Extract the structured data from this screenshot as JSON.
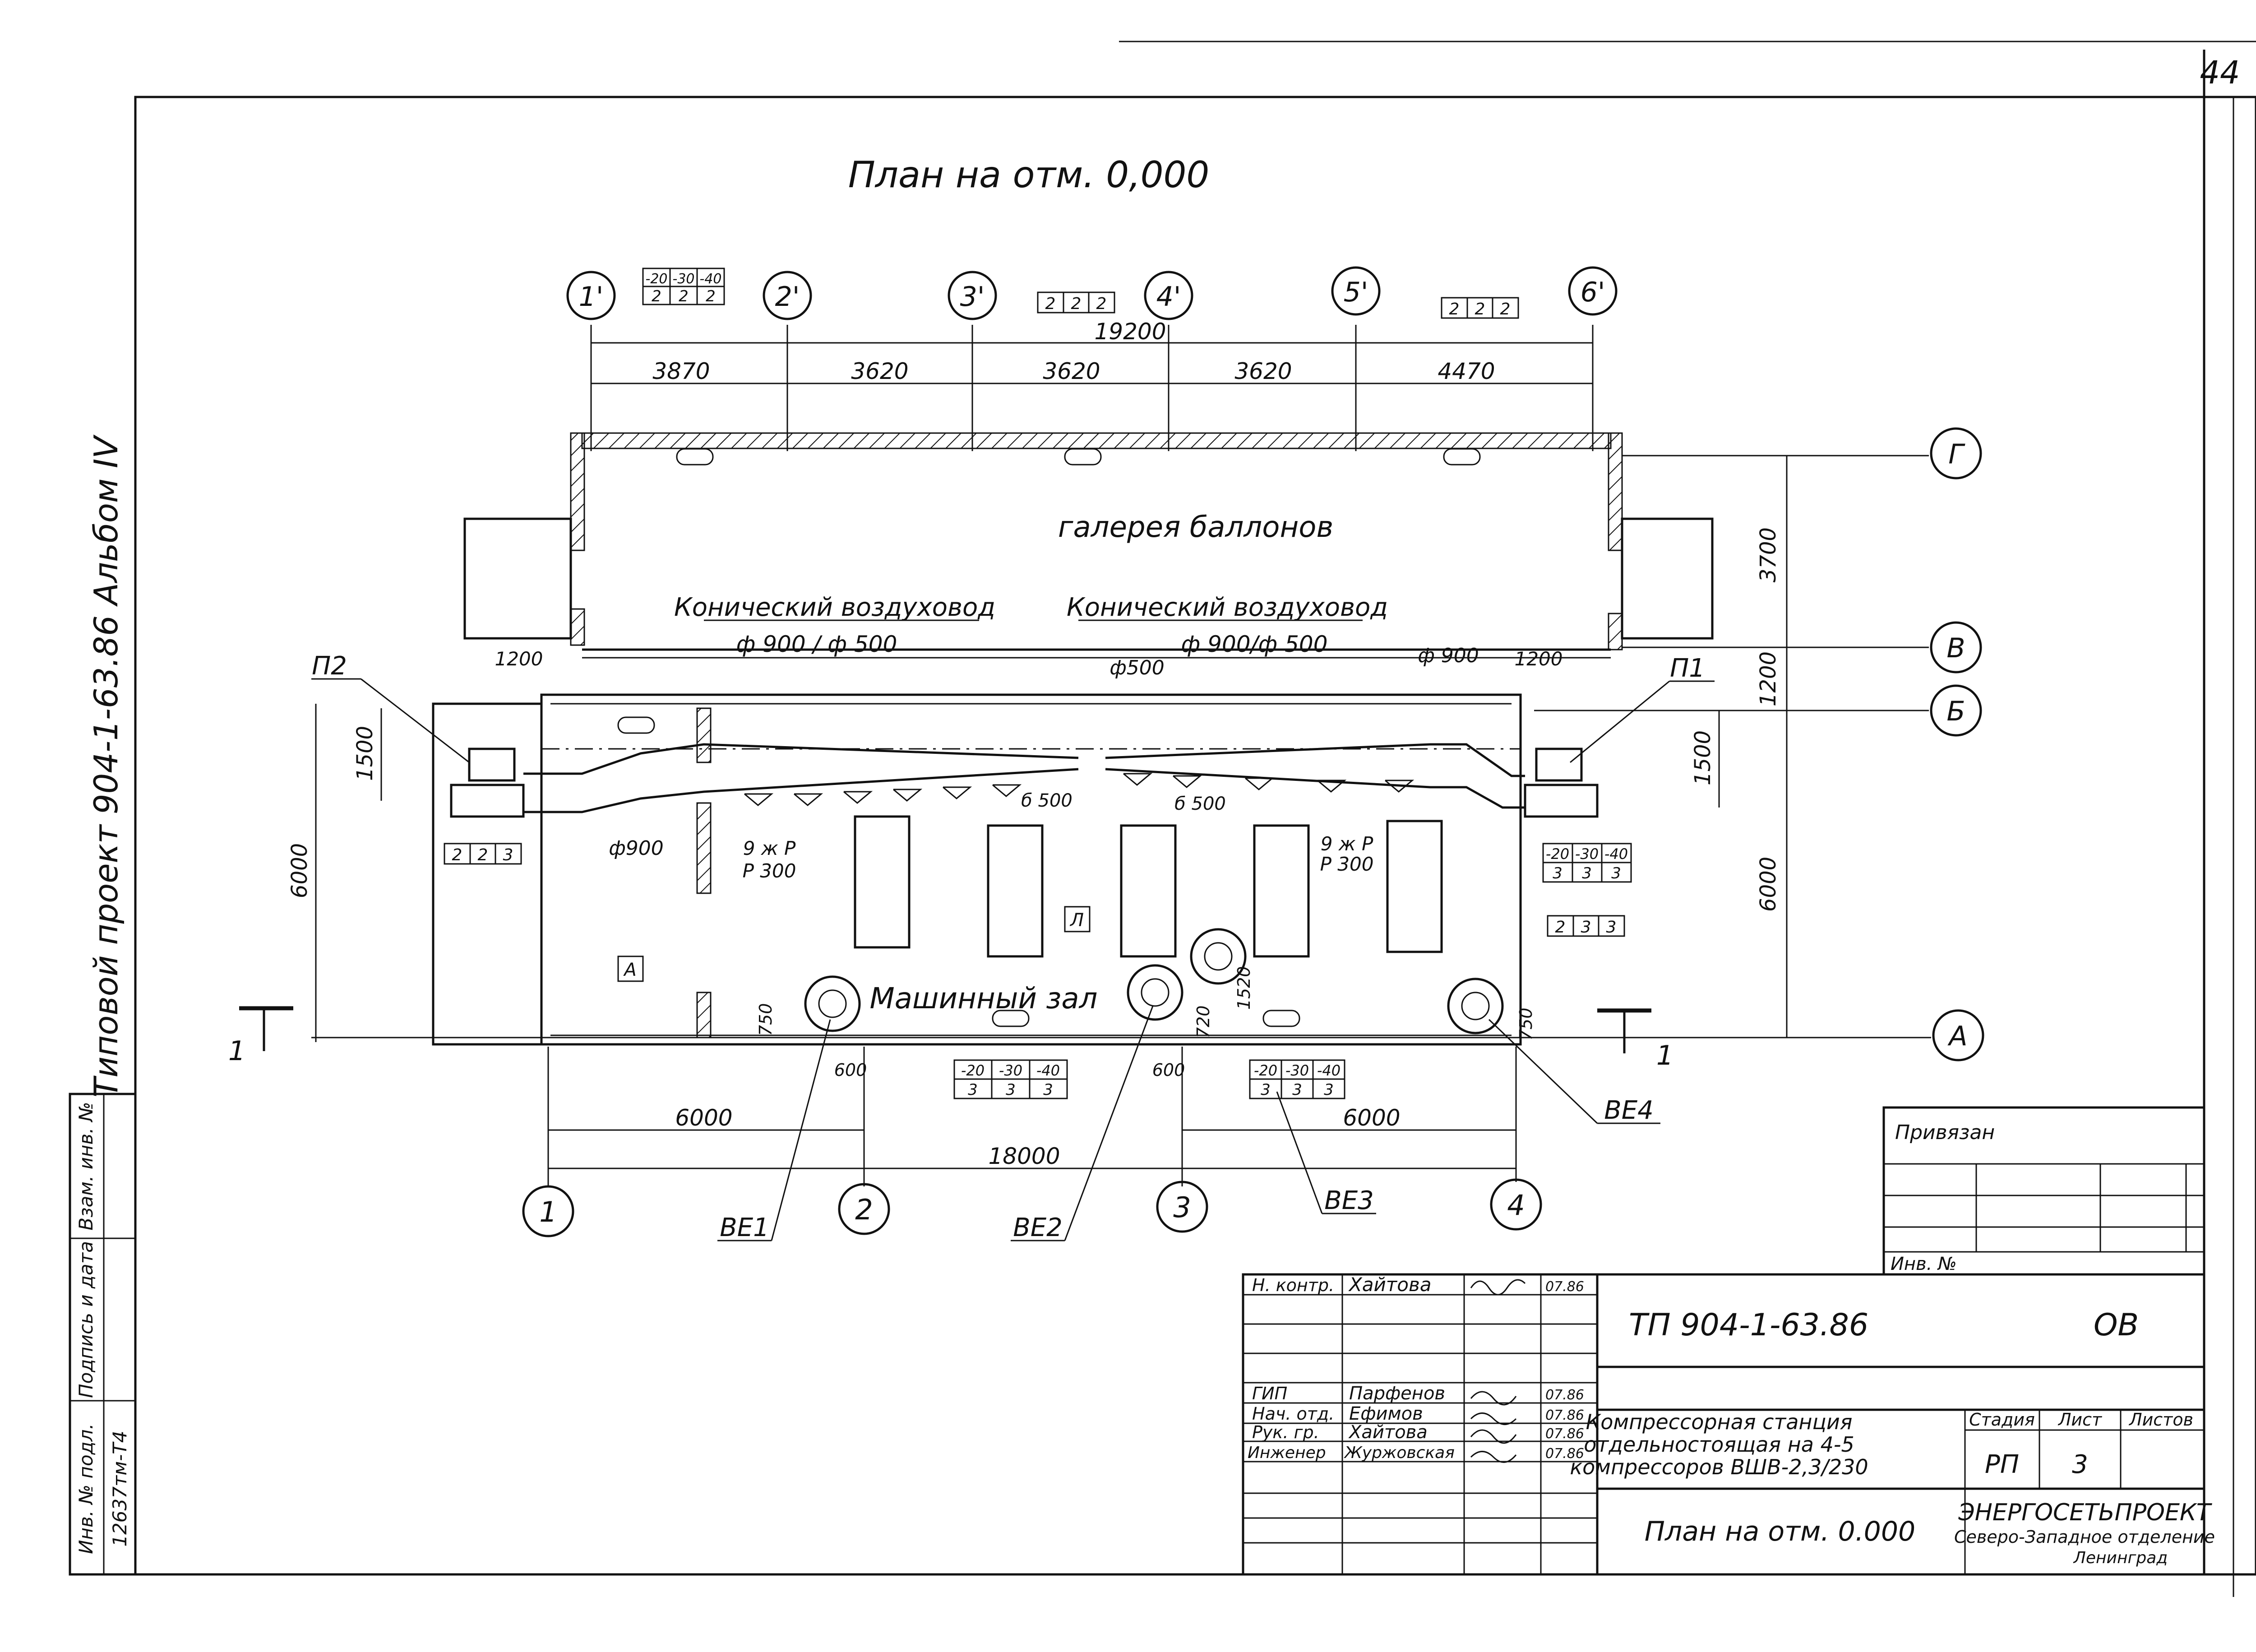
{
  "sheet": {
    "number": "44",
    "plan_title": "План на отм. 0,000",
    "side_caption": "Типовой проект 904-1-63.86 Альбом IV"
  },
  "axes": {
    "primed": [
      "1'",
      "2'",
      "3'",
      "4'",
      "5'",
      "6'"
    ],
    "bottom": [
      "1",
      "2",
      "3",
      "4"
    ],
    "right": [
      "Г",
      "В",
      "Б",
      "А"
    ]
  },
  "dimensions": {
    "top_total": "19200",
    "top_spans": [
      "3870",
      "3620",
      "3620",
      "3620",
      "4470"
    ],
    "bottom_total": "18000",
    "bottom_left": "6000",
    "bottom_right": "6000",
    "right_spans": [
      "3700",
      "1200",
      "6000",
      "1500"
    ],
    "left_total": "6000",
    "left_small": "1500",
    "d1200_left": "1200",
    "d1200_right": "1200",
    "d600_a": "600",
    "d600_b": "600",
    "d750_a": "750",
    "d750_b": "750",
    "d720": "720",
    "d1520": "1520"
  },
  "labels": {
    "gallery": "галерея баллонов",
    "machine_hall": "Машинный зал",
    "duct_1": "Конический воздуховод",
    "duct_1_dia": "ф 900 / ф 500",
    "duct_2": "Конический воздуховод",
    "duct_2_dia": "ф 900/ф 500",
    "phi500": "ф500",
    "phi900_top": "ф 900",
    "phi900_left": "ф900",
    "g500_a": "б 500",
    "g500_b": "б 500",
    "grate_a": "9 ж Р",
    "grate_a2": "Р 300",
    "grate_b": "9 ж Р",
    "grate_b2": "Р 300",
    "room_a": "А",
    "room_b": "Л",
    "P2": "П2",
    "P1": "П1",
    "BE1": "ВЕ1",
    "BE2": "ВЕ2",
    "BE3": "ВЕ3",
    "BE4": "ВЕ4",
    "section_left": "1",
    "section_right": "1"
  },
  "codes": {
    "c1_top": [
      "-20",
      "-30",
      "-40"
    ],
    "c1_bot": [
      "2",
      "2",
      "2"
    ],
    "c2": [
      "2",
      "2",
      "2"
    ],
    "c3": [
      "2",
      "2",
      "2"
    ],
    "c4": [
      "2",
      "2",
      "3"
    ],
    "c5_top": [
      "-20",
      "-30",
      "-40"
    ],
    "c5_bot": [
      "3",
      "3",
      "3"
    ],
    "c6": [
      "2",
      "3",
      "3"
    ],
    "c7_top": [
      "-20",
      "-30",
      "-40"
    ],
    "c7_bot": [
      "3",
      "3",
      "3"
    ],
    "c8_top": [
      "-20",
      "-30",
      "-40"
    ],
    "c8_bot": [
      "3",
      "3",
      "3"
    ]
  },
  "side_stamp": [
    "Инв. № подл.",
    "12637тм-Т4",
    "Подпись и дата",
    "Взам. инв. №"
  ],
  "binding": {
    "header": "Привязан",
    "inv": "Инв. №"
  },
  "title_block": {
    "designation": "ТП 904-1-63.86",
    "mark": "ОВ",
    "staff": [
      {
        "role": "Н. контр.",
        "name": "Хайтова",
        "date": "07.86"
      },
      {
        "role": "ГИП",
        "name": "Парфенов",
        "date": "07.86"
      },
      {
        "role": "Нач. отд.",
        "name": "Ефимов",
        "date": "07.86"
      },
      {
        "role": "Рук. гр.",
        "name": "Хайтова",
        "date": "07.86"
      },
      {
        "role": "Инженер",
        "name": "Журжовская",
        "date": "07.86"
      }
    ],
    "project_name": [
      "Компрессорная станция",
      "отдельностоящая на 4-5",
      "компрессоров ВШВ-2,3/230"
    ],
    "stage_header": "Стадия",
    "sheet_header": "Лист",
    "sheets_header": "Листов",
    "stage": "РП",
    "sheet": "3",
    "sheet_name": "План на отм. 0.000",
    "org": [
      "ЭНЕРГОСЕТЬПРОЕКТ",
      "Северо-Западное отделение",
      "Ленинград"
    ]
  }
}
